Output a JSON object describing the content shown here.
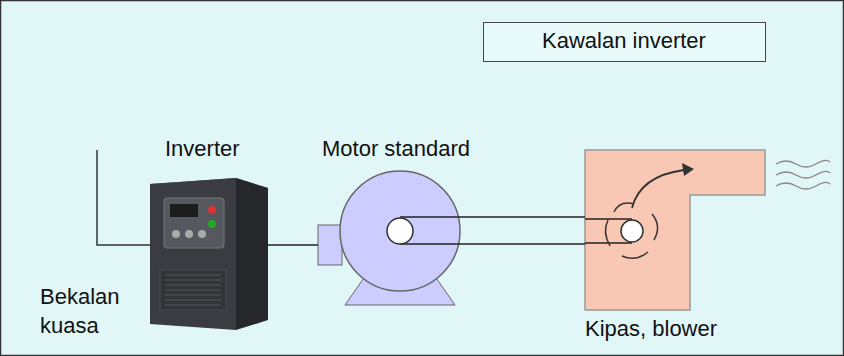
{
  "diagram": {
    "nodes": [
      {
        "text": [
          "Kawalan inverter"
        ]
      },
      {
        "text": [
          "Inverter"
        ]
      },
      {
        "text": [
          "Motor standard"
        ]
      },
      {
        "text": [
          "Kipas, blower"
        ]
      }
    ],
    "edges": [
      {
        "from": 1,
        "to": 2,
        "arrow": "none"
      },
      {
        "from": 2,
        "to": 3,
        "arrow": "none"
      }
    ],
    "labels": [
      "Bekalan kuasa"
    ]
  }
}
